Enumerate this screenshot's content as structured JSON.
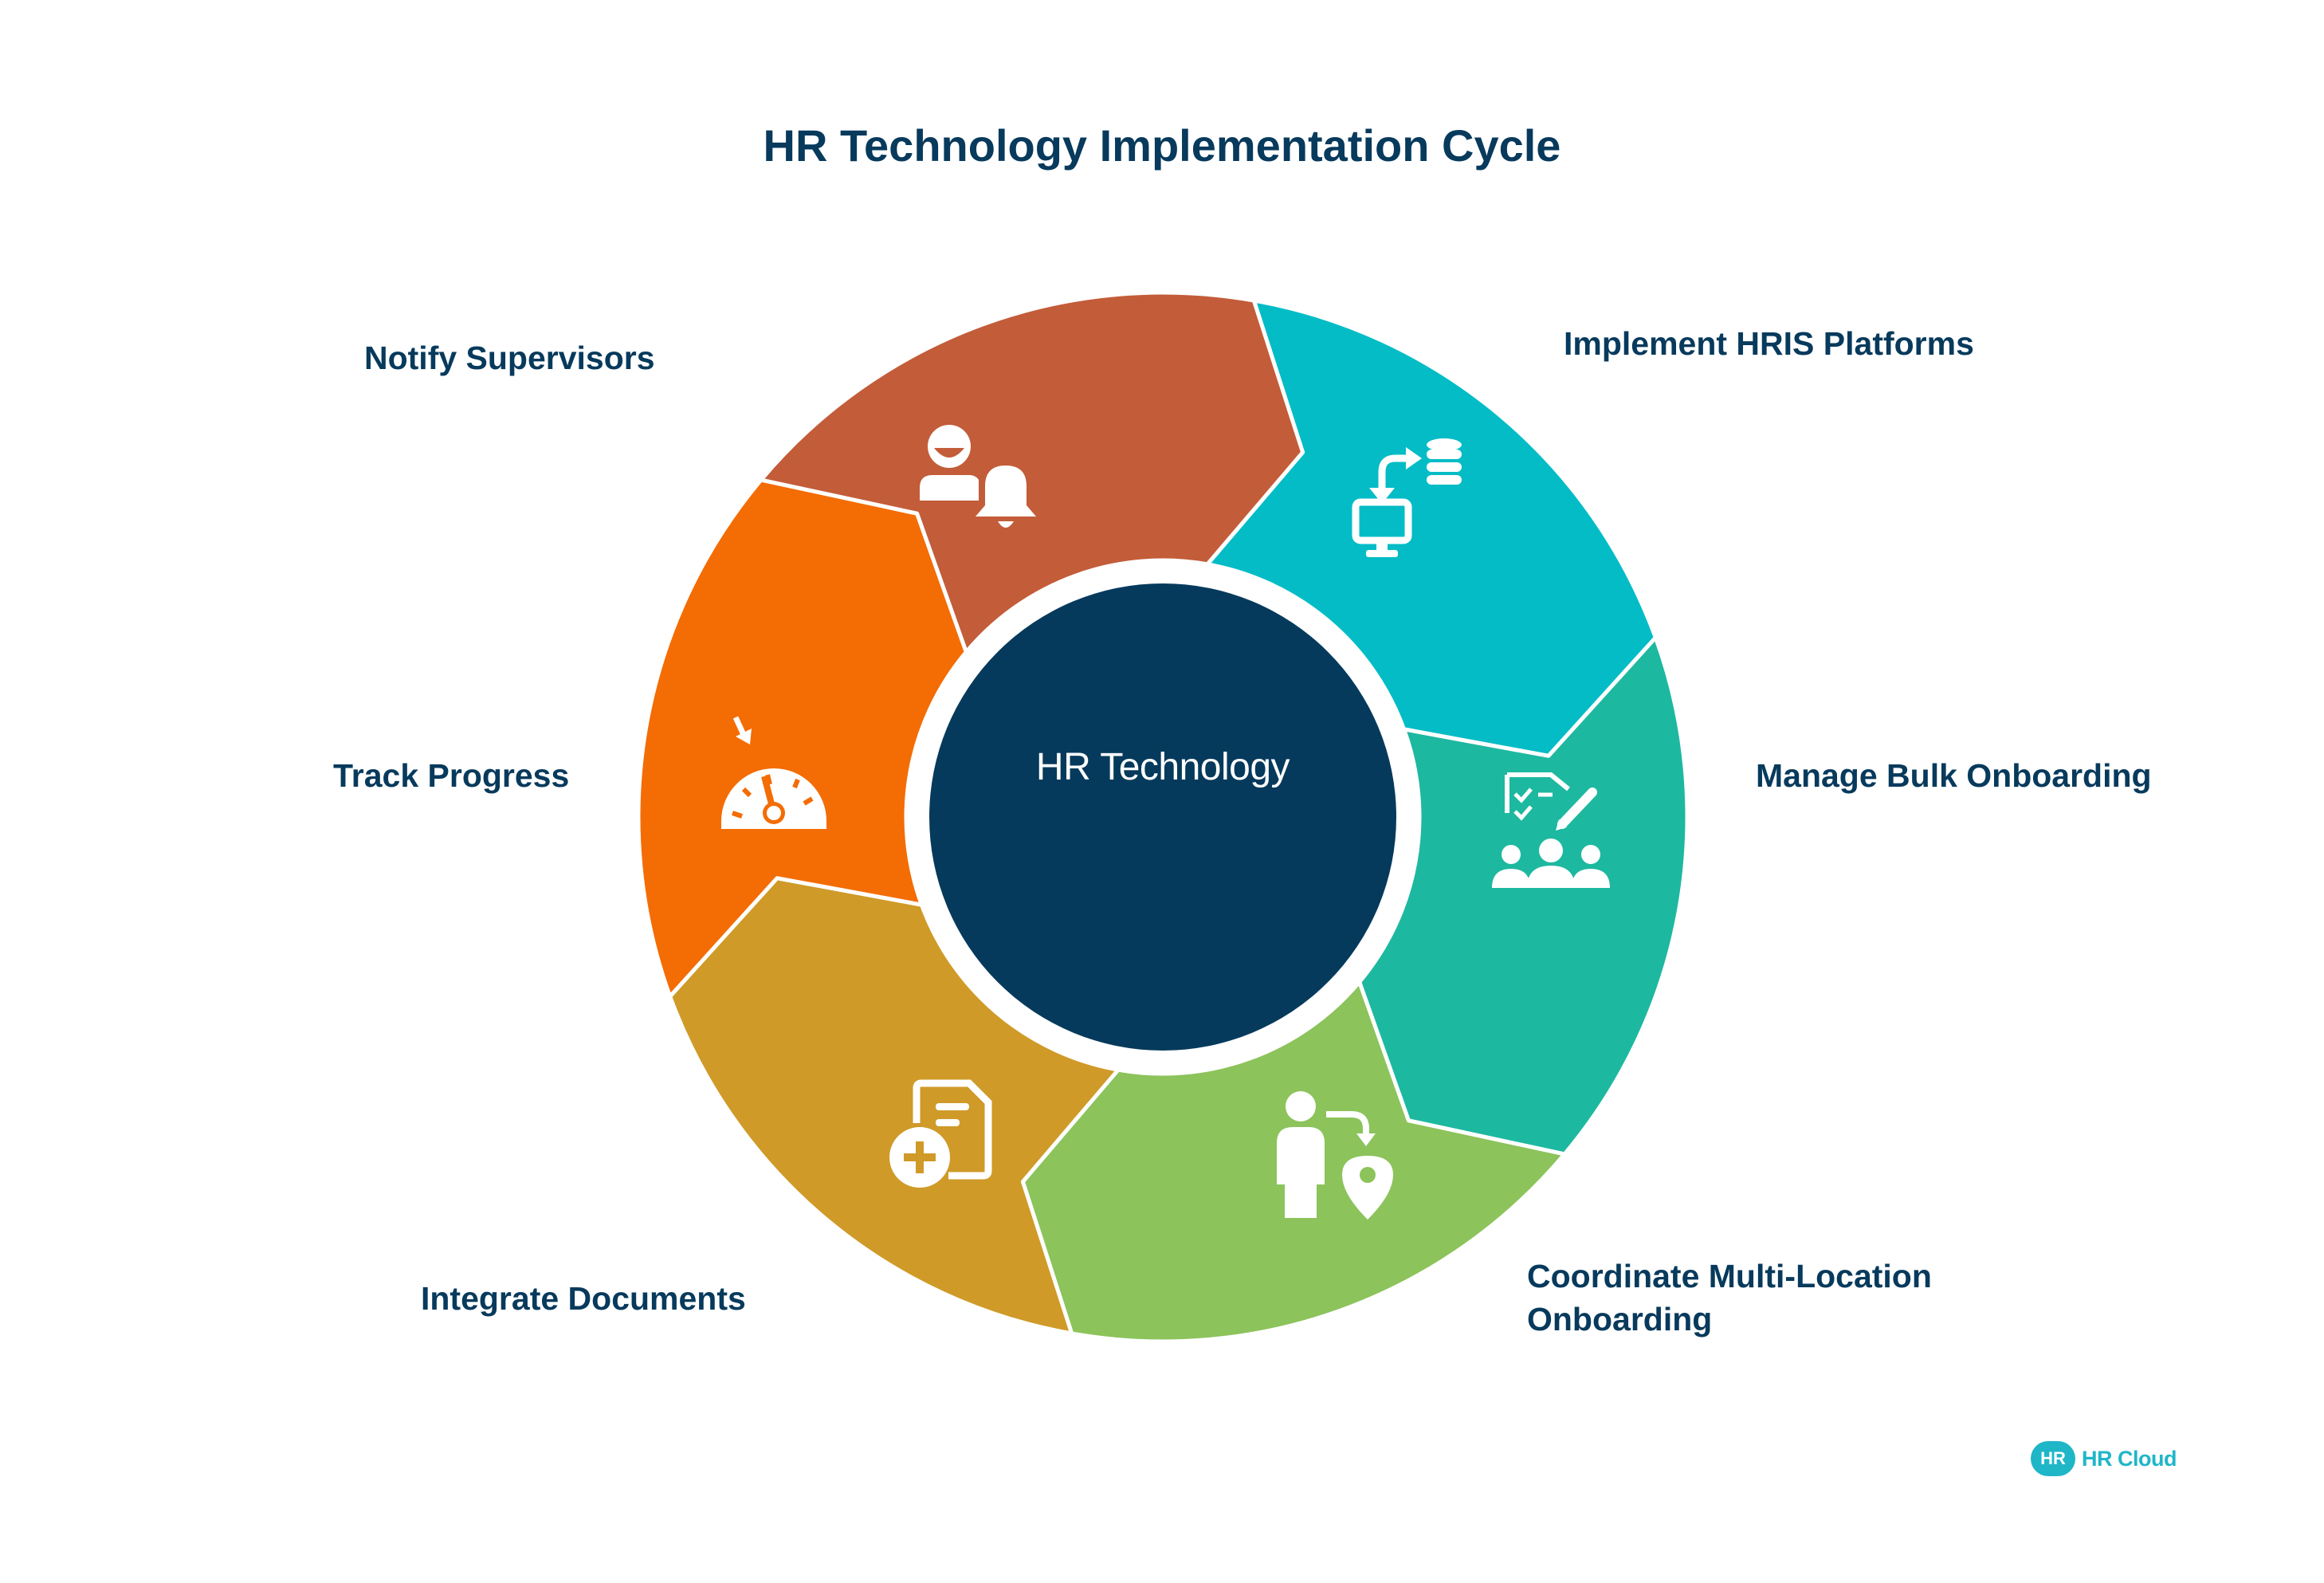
{
  "title": "HR Technology Implementation Cycle",
  "center": {
    "label": "HR Technology",
    "color": "#063a5c"
  },
  "steps": [
    {
      "label_lines": [
        "Implement HRIS Platforms"
      ],
      "color": "#03bcc6",
      "icon": "computer-database-sync-icon"
    },
    {
      "label_lines": [
        "Manage Bulk Onboarding"
      ],
      "color": "#1db8a0",
      "icon": "checklist-group-icon"
    },
    {
      "label_lines": [
        "Coordinate Multi-Location",
        "Onboarding"
      ],
      "color": "#8cc35b",
      "icon": "person-location-icon"
    },
    {
      "label_lines": [
        "Integrate Documents"
      ],
      "color": "#cf9a28",
      "icon": "add-document-icon"
    },
    {
      "label_lines": [
        "Track Progress"
      ],
      "color": "#f46c04",
      "icon": "speedometer-icon"
    },
    {
      "label_lines": [
        "Notify Supervisors"
      ],
      "color": "#c35c39",
      "icon": "person-bell-icon"
    }
  ],
  "logo": {
    "badge": "HR",
    "text": "HR Cloud"
  }
}
